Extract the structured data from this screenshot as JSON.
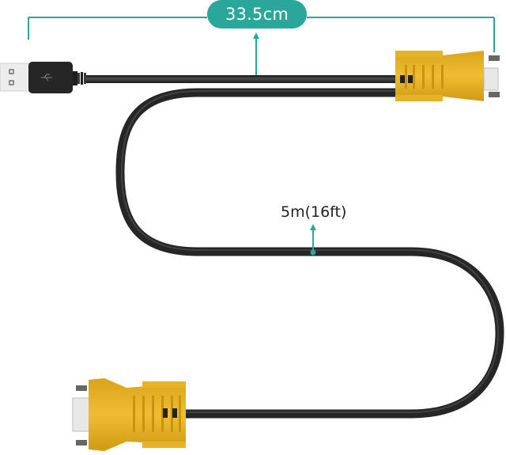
{
  "figure": {
    "type": "product-dimension-illustration",
    "subject": "USB + VGA KVM cable",
    "colors": {
      "accent": "#2aa79a",
      "cable": "#2b2b2b",
      "connector_shell": "#e5b022",
      "connector_shadow": "#c99412",
      "usb_metal": "#e9e9e9",
      "text": "#222222",
      "background": "#ffffff"
    }
  },
  "dimensions": {
    "split_length": {
      "label": "33.5cm",
      "icon": "dimension-bracket"
    },
    "cable_length": {
      "label": "5m(16ft)",
      "icon": "arrow-up-icon"
    }
  },
  "components": {
    "usb_connector": {
      "label": "USB-A plug",
      "icon": "usb-icon"
    },
    "vga_connector_top": {
      "label": "VGA (DB15) connector"
    },
    "vga_connector_bottom": {
      "label": "VGA (DB15) connector"
    }
  }
}
